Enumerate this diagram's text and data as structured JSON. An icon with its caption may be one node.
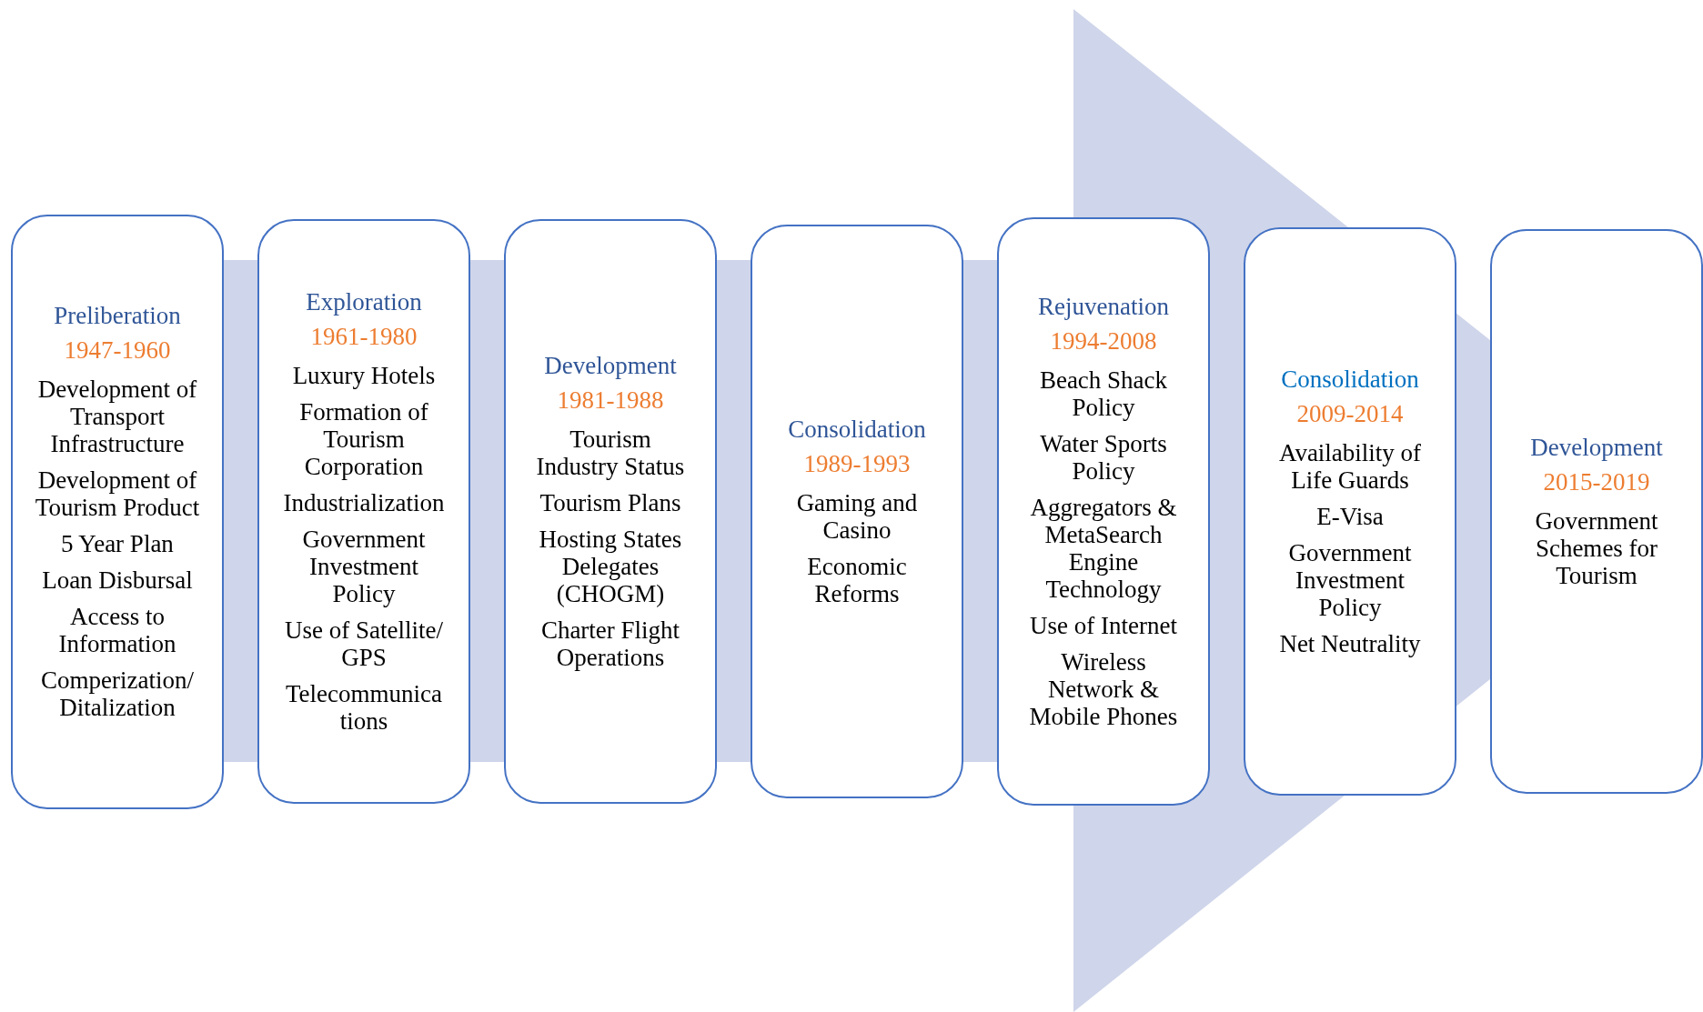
{
  "diagram": {
    "nodes": [
      {
        "text": [
          "Preliberation",
          "1947-1960",
          "Development of Transport Infrastructure",
          "Development of Tourism Product",
          "5 Year Plan",
          "Loan Disbursal",
          "Access to Information",
          "Comperization/ Ditalization"
        ]
      },
      {
        "text": [
          "Exploration",
          "1961-1980",
          "Luxury Hotels",
          "Formation of Tourism Corporation",
          "Industrialization",
          "Government Investment Policy",
          "Use of Satellite/ GPS",
          "Telecommunica tions"
        ]
      },
      {
        "text": [
          "Development",
          "1981-1988",
          "Tourism Industry Status",
          "Tourism Plans",
          "Hosting States Delegates (CHOGM)",
          "Charter Flight Operations"
        ]
      },
      {
        "text": [
          "Consolidation",
          "1989-1993",
          "Gaming and Casino",
          "Economic Reforms"
        ]
      },
      {
        "text": [
          "Rejuvenation",
          "1994-2008",
          "Beach Shack Policy",
          "Water Sports Policy",
          "Aggregators & MetaSearch Engine Technology",
          "Use of Internet",
          "Wireless Network & Mobile Phones"
        ]
      },
      {
        "text": [
          "Consolidation",
          "2009-2014",
          "Availability of Life Guards",
          "E-Visa",
          "Government Investment Policy",
          "Net Neutrality"
        ]
      },
      {
        "text": [
          "Development",
          "2015-2019",
          "Government Schemes for Tourism"
        ]
      }
    ],
    "edges": [
      {
        "from": 0,
        "to": 6,
        "arrow": "to"
      }
    ]
  }
}
